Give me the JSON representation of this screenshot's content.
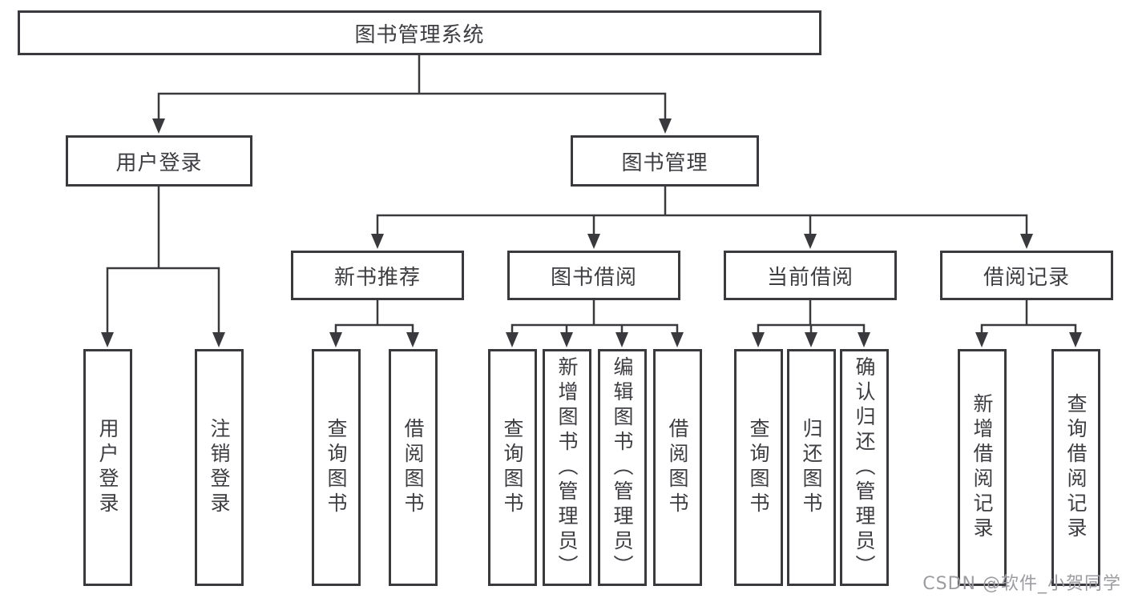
{
  "tree": {
    "root": {
      "label": "图书管理系统"
    },
    "branches": [
      {
        "label": "用户登录",
        "leaves": [
          "用户登录",
          "注销登录"
        ]
      },
      {
        "label": "图书管理",
        "groups": [
          {
            "label": "新书推荐",
            "leaves": [
              "查询图书",
              "借阅图书"
            ]
          },
          {
            "label": "图书借阅",
            "leaves": [
              "查询图书",
              "新增图书（管理员）",
              "编辑图书（管理员）",
              "借阅图书"
            ]
          },
          {
            "label": "当前借阅",
            "leaves": [
              "查询图书",
              "归还图书",
              "确认归还（管理员）"
            ]
          },
          {
            "label": "借阅记录",
            "leaves": [
              "新增借阅记录",
              "查询借阅记录"
            ]
          }
        ]
      }
    ]
  },
  "watermark": "CSDN @软件_小贺同学",
  "colors": {
    "line": "#3a3a3e",
    "text": "#3d3d42",
    "watermark": "#9b9ba1",
    "background": "#ffffff"
  }
}
